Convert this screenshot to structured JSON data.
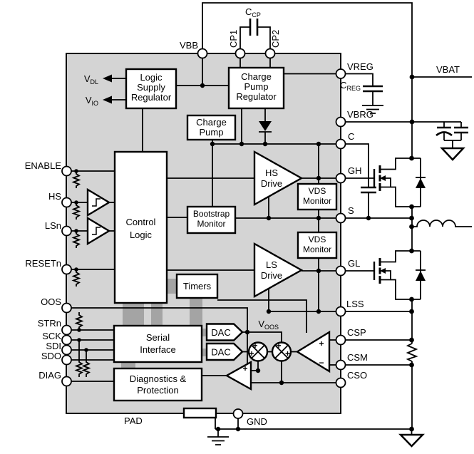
{
  "colors": {
    "chip_fill": "#d4d4d4",
    "chip_border": "#000000",
    "wire": "#000000",
    "bus": "#a4a4a4",
    "block_fill": "#ffffff"
  },
  "labels": {
    "pins_top": {
      "vbb": "VBB",
      "cp1": "CP1",
      "cp2": "CP2"
    },
    "pins_left": {
      "enable": "ENABLE",
      "hs": "HS",
      "lsn": "LSn",
      "resetn": "RESETn",
      "oos": "OOS",
      "strn": "STRn",
      "sck": "SCK",
      "sdi": "SDI",
      "sdo": "SDO",
      "diag": "DIAG"
    },
    "pins_right": {
      "vreg": "VREG",
      "vbrg": "VBRG",
      "c": "C",
      "gh": "GH",
      "s": "S",
      "gl": "GL",
      "lss": "LSS",
      "csp": "CSP",
      "csm": "CSM",
      "cso": "CSO"
    },
    "pins_bottom": {
      "pad": "PAD",
      "gnd": "GND"
    },
    "external": {
      "vbat": "VBAT"
    },
    "sub": {
      "ccp": {
        "main": "C",
        "sub": "CP"
      },
      "creg": {
        "main": "C",
        "sub": "REG"
      },
      "vdl": {
        "main": "V",
        "sub": "DL"
      },
      "vio": {
        "main": "V",
        "sub": "IO"
      },
      "voos": {
        "main": "V",
        "sub": "OOS"
      }
    }
  },
  "blocks": {
    "logic_supply_regulator": [
      "Logic",
      "Supply",
      "Regulator"
    ],
    "charge_pump_regulator": [
      "Charge",
      "Pump",
      "Regulator"
    ],
    "charge_pump": [
      "Charge",
      "Pump"
    ],
    "control_logic": [
      "Control",
      "Logic"
    ],
    "bootstrap_monitor": [
      "Bootstrap",
      "Monitor"
    ],
    "hs_drive": [
      "HS",
      "Drive"
    ],
    "ls_drive": [
      "LS",
      "Drive"
    ],
    "vds_monitor": [
      "VDS",
      "Monitor"
    ],
    "timers": "Timers",
    "serial_interface": [
      "Serial",
      "Interface"
    ],
    "dac": "DAC",
    "diagnostics_protection": [
      "Diagnostics &",
      "Protection"
    ]
  },
  "signs": {
    "plus": "+",
    "minus": "−"
  }
}
